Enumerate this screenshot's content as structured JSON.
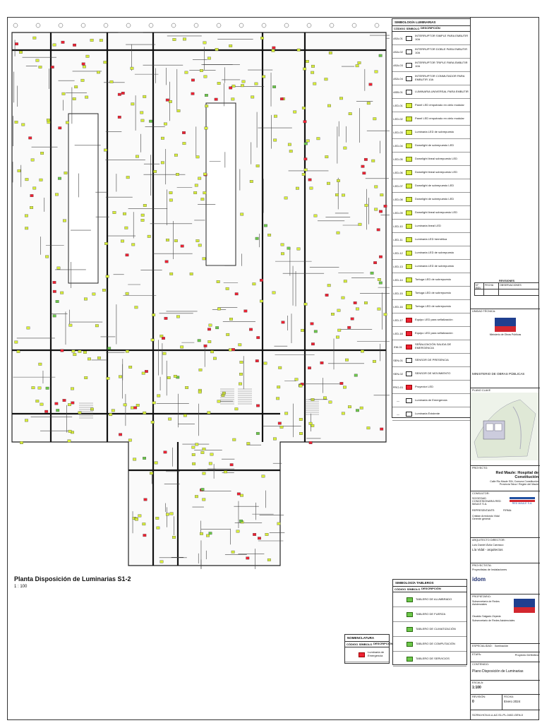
{
  "plan": {
    "title": "Planta Disposición de Luminarias S1-2",
    "scale": "1 : 100"
  },
  "legend_lum": {
    "title": "SIMBOLOGÍA LUMINARIAS",
    "headers": [
      "CÓDIGO",
      "SÍMBOLO",
      "DESCRIPCIÓN"
    ],
    "rows": [
      {
        "code": "ASA-01",
        "sym": "o",
        "desc": "INTERRUPTOR SIMPLE PARA EMBUTIR 10A"
      },
      {
        "code": "ASA-02",
        "sym": "o",
        "desc": "INTERRUPTOR DOBLE PARA EMBUTIR 10A"
      },
      {
        "code": "ASA-03",
        "sym": "o",
        "desc": "INTERRUPTOR TRIPLE PARA EMBUTIR 10A"
      },
      {
        "code": "ASA-04",
        "sym": "o",
        "desc": "INTERRUPTOR CONMUTADOR PARA EMBUTIR 10A"
      },
      {
        "code": "ASB-01",
        "sym": "o",
        "desc": "LUMINARIA UNIVERSAL PARA EMBUTIR"
      },
      {
        "code": "LED-01",
        "sym": "y",
        "desc": "Panel LED empotrado en cielo modular"
      },
      {
        "code": "LED-02",
        "sym": "y",
        "desc": "Panel LED empotrado en cielo modular"
      },
      {
        "code": "LED-03",
        "sym": "y",
        "desc": "Luminaria LED de sobrepuesto"
      },
      {
        "code": "LED-04",
        "sym": "y",
        "desc": "Downlight de sobrepuesto LED"
      },
      {
        "code": "LED-05",
        "sym": "y",
        "desc": "Downlight lineal sobrepuesto LED"
      },
      {
        "code": "LED-06",
        "sym": "y",
        "desc": "Downlight lineal sobrepuesto LED"
      },
      {
        "code": "LED-07",
        "sym": "y",
        "desc": "Downlight de sobrepuesto LED"
      },
      {
        "code": "LED-08",
        "sym": "y",
        "desc": "Downlight de sobrepuesto LED"
      },
      {
        "code": "LED-09",
        "sym": "y",
        "desc": "Downlight lineal sobrepuesto LED"
      },
      {
        "code": "LED-10",
        "sym": "y",
        "desc": "Luminaria lineal LED"
      },
      {
        "code": "LED-11",
        "sym": "y",
        "desc": "Luminaria LED hermética"
      },
      {
        "code": "LED-12",
        "sym": "y",
        "desc": "Luminaria LED de sobrepuesto"
      },
      {
        "code": "LED-13",
        "sym": "y",
        "desc": "Luminaria LED de sobrepuesto"
      },
      {
        "code": "LED-14",
        "sym": "y",
        "desc": "Tortuga LED de sobrepuesto"
      },
      {
        "code": "LED-15",
        "sym": "y",
        "desc": "Tortuga LED de sobrepuesto"
      },
      {
        "code": "LED-16",
        "sym": "y",
        "desc": "Tortuga LED de sobrepuesto"
      },
      {
        "code": "LED-17",
        "sym": "r",
        "desc": "Equipo LED para señalización"
      },
      {
        "code": "LED-18",
        "sym": "r",
        "desc": "Equipo LED para señalización"
      },
      {
        "code": "EM-01",
        "sym": "r",
        "desc": "SEÑALIZACIÓN SALIDA DE EMERGENCIA"
      },
      {
        "code": "SEN-01",
        "sym": "o",
        "desc": "SENSOR DE PRESENCIA"
      },
      {
        "code": "SEN-02",
        "sym": "o",
        "desc": "SENSOR DE MOVIMIENTO"
      },
      {
        "code": "PRO-01",
        "sym": "r",
        "desc": "Proyector LED"
      },
      {
        "code": "—",
        "sym": "o",
        "desc": "Luminaria de Emergencia"
      },
      {
        "code": "—",
        "sym": "o",
        "desc": "Luminaria Existente"
      }
    ]
  },
  "legend_tab": {
    "title": "SIMBOLOGÍA TABLEROS",
    "headers": [
      "CÓDIGO",
      "SÍMBOLO",
      "DESCRIPCIÓN"
    ],
    "rows": [
      {
        "code": "",
        "sym": "g",
        "desc": "TABLERO DE ALUMBRADO"
      },
      {
        "code": "",
        "sym": "g",
        "desc": "TABLERO DE FUERZA"
      },
      {
        "code": "",
        "sym": "g",
        "desc": "TABLERO DE CLIMATIZACIÓN"
      },
      {
        "code": "",
        "sym": "g",
        "desc": "TABLERO DE COMPUTACIÓN"
      },
      {
        "code": "",
        "sym": "g",
        "desc": "TABLERO DE SERVICIOS"
      }
    ]
  },
  "legend_nom": {
    "title": "NOMENCLATURA",
    "headers": [
      "CÓDIGO",
      "SÍMBOLO",
      "DESCRIPCIÓN"
    ],
    "rows": [
      {
        "code": "",
        "sym": "r",
        "desc": "Luminaria de Emergencia"
      }
    ]
  },
  "revisions": {
    "title": "REVISIONES",
    "headers": [
      "N° REV",
      "FECHA",
      "OBSERVACIONES"
    ]
  },
  "title_block": {
    "unidad_label": "UNIDAD TÉCNICA:",
    "ministerio_text": "Ministerio de Obras Públicas",
    "ministerio": "MINISTERIO DE OBRAS PÚBLICAS",
    "plano_label": "PLANO CLAVE",
    "proyecto_label": "PROYECTO:",
    "proyecto": "Red Maule: Hospital de Constitución",
    "direccion": "Calle Rio Maule S/N, Comuna Constitución",
    "region": "Provincia Talca / Región del Maule",
    "consultor_label": "CONSULTOR:",
    "sociedad": "SOCIEDAD CONCESIONARIA RED MAULE S.A.",
    "sociedad_logo": "RED MAULE S.A.",
    "representante": "REPRESENTANTE:",
    "firma": "FIRMA:",
    "rep_name": "Cristián Arredondo Vidal",
    "rep_cargo": "Gerente general",
    "arq_label": "ARQUITECTO DIRECTOR:",
    "arq_name": "Luis Daniel Ávila Carrasco",
    "arq_firm": "Lía Vidal - arquitectos",
    "proyectista_label": "PROYECTISTA:",
    "proyectista": "Proyectistas de Instalaciones",
    "empresa_logo": "idom",
    "propietario_label": "PROPIETARIO:",
    "propietario": "Subsecretaría de Redes Asistenciales",
    "prop_name": "Osvaldo Salgado Zepeda",
    "prop_cargo": "Subsecretario de Redes Asistenciales",
    "especialidad_label": "ESPECIALIDAD:",
    "especialidad": "Iluminación",
    "etapa_label": "ETAPA:",
    "etapa": "Proyecto Definitivo",
    "contenido_label": "CONTENIDO:",
    "contenido": "Plano Disposición de Luminarias",
    "escala_label": "ESCALA:",
    "escala": "1:100",
    "revision_label": "REVISIÓN:",
    "revision": "0",
    "fecha_label": "FECHA:",
    "fecha": "Enero 2024",
    "code": "SCRM-HCN-ILU-AZ-S1-PL-0402-GEN-0"
  }
}
